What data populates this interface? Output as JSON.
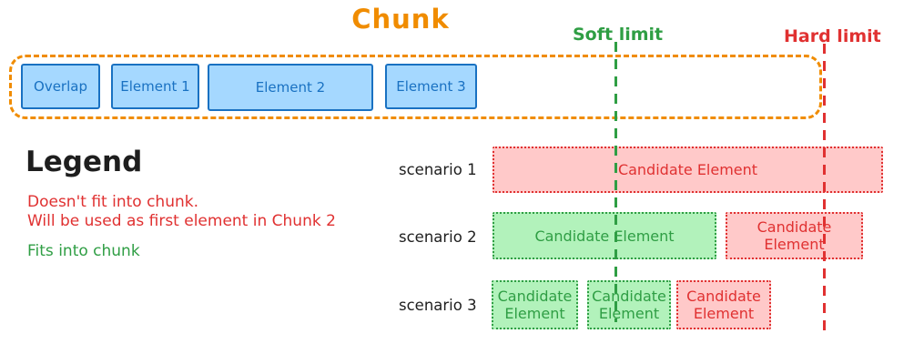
{
  "title": "Chunk",
  "colors": {
    "orange": "#f08c00",
    "blue_stroke": "#1971c2",
    "blue_fill": "#a5d8ff",
    "green_stroke": "#2f9e44",
    "green_fill": "#b2f2bb",
    "red_stroke": "#e03131",
    "red_fill": "#ffc9c9",
    "text": "#1e1e1e"
  },
  "limits": {
    "soft": {
      "label": "Soft limit"
    },
    "hard": {
      "label": "Hard limit"
    }
  },
  "chunk": {
    "elements": [
      {
        "label": "Overlap"
      },
      {
        "label": "Element 1"
      },
      {
        "label": "Element 2"
      },
      {
        "label": "Element 3"
      }
    ]
  },
  "legend": {
    "title": "Legend",
    "not_fit_line1": "Doesn't fit into chunk.",
    "not_fit_line2": "Will be used as first element in Chunk 2",
    "fit_text": "Fits into chunk"
  },
  "scenarios": [
    {
      "label": "scenario 1",
      "boxes": [
        {
          "label": "Candidate Element",
          "fits": false
        }
      ]
    },
    {
      "label": "scenario 2",
      "boxes": [
        {
          "label": "Candidate Element",
          "fits": true
        },
        {
          "label": "Candidate Element",
          "fits": false
        }
      ]
    },
    {
      "label": "scenario 3",
      "boxes": [
        {
          "label": "Candidate Element",
          "fits": true
        },
        {
          "label": "Candidate Element",
          "fits": true
        },
        {
          "label": "Candidate Element",
          "fits": false
        }
      ]
    }
  ]
}
